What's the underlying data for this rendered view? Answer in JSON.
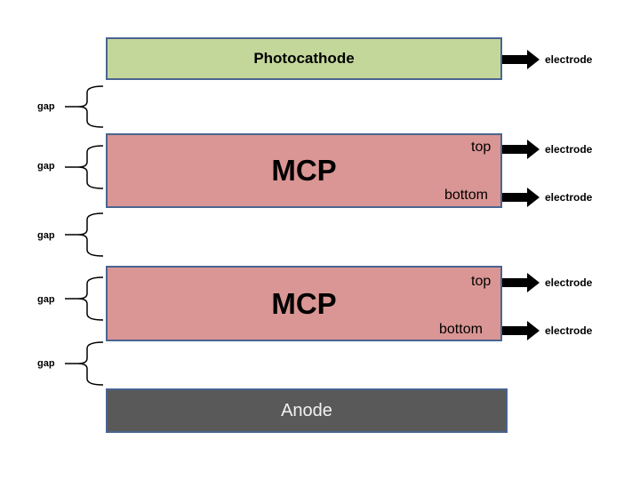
{
  "blocks": {
    "photocathode": "Photocathode",
    "mcp1": {
      "label": "MCP",
      "top": "top",
      "bottom": "bottom"
    },
    "mcp2": {
      "label": "MCP",
      "top": "top",
      "bottom": "bottom"
    },
    "anode": "Anode"
  },
  "electrode_label": "electrode",
  "gap_label": "gap",
  "colors": {
    "photocathode": "#c4d79b",
    "mcp": "#da9694",
    "anode": "#595959",
    "border": "#4a6490"
  }
}
